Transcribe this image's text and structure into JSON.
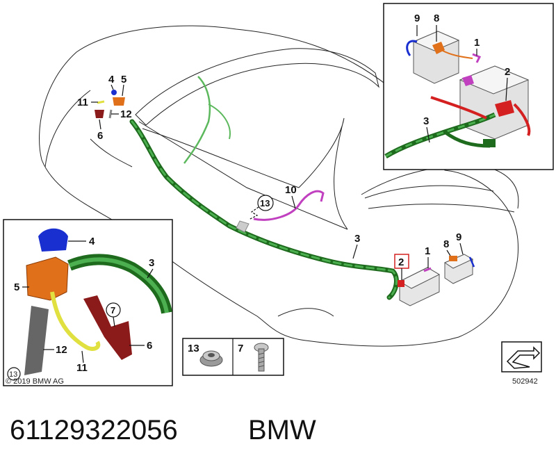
{
  "main_labels": {
    "p1": "1",
    "p2": "2",
    "p3": "3",
    "p4": "4",
    "p5": "5",
    "p6": "6",
    "p8": "8",
    "p9": "9",
    "p10": "10",
    "p11": "11",
    "p12": "12",
    "p13": "13"
  },
  "inset_top_labels": {
    "p1": "1",
    "p2": "2",
    "p3": "3",
    "p8": "8",
    "p9": "9"
  },
  "inset_left_labels": {
    "p3": "3",
    "p4": "4",
    "p5": "5",
    "p6": "6",
    "p7": "7",
    "p11": "11",
    "p12": "12",
    "p13": "13"
  },
  "copyright": "© 2019 BMW AG",
  "hardware": {
    "nut_label": "13",
    "screw_label": "7"
  },
  "diagram_number": "502942",
  "footer": {
    "part_number": "61129322056",
    "brand": "BMW"
  },
  "colors": {
    "harness_green": "#2e8b2e",
    "harness_dark": "#1e6b1e",
    "battery_red": "#d42020",
    "cable_magenta": "#c040c0",
    "cable_blue": "#1a2fd0",
    "cable_orange": "#e0701a",
    "bracket_red": "#8b1a1a",
    "cable_yellow": "#e0e040"
  }
}
